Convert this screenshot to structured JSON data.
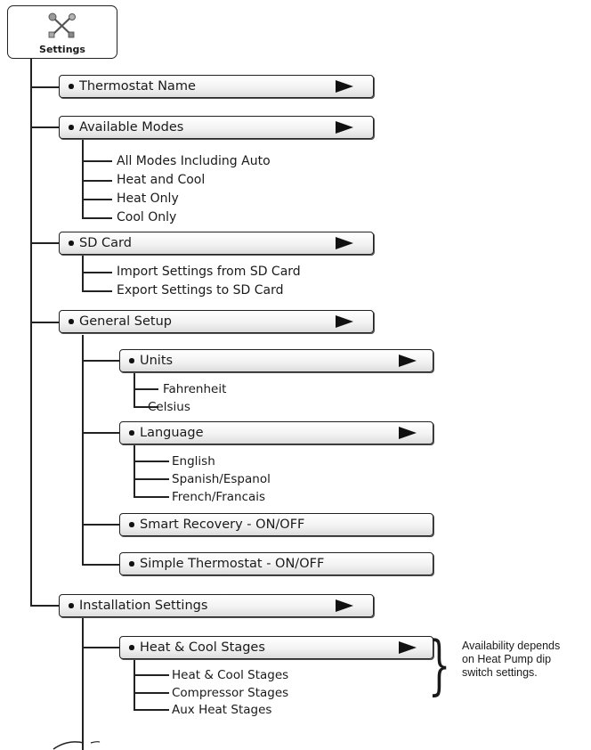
{
  "root": {
    "label": "Settings",
    "icon": "tools-icon"
  },
  "items": {
    "thermostat_name": "Thermostat Name",
    "available_modes": "Available Modes",
    "sd_card": "SD Card",
    "general_setup": "General Setup",
    "installation_settings": "Installation Settings"
  },
  "available_modes_options": [
    "All Modes Including Auto",
    "Heat and Cool",
    "Heat Only",
    "Cool Only"
  ],
  "sd_card_options": [
    "Import Settings from SD Card",
    "Export Settings to SD Card"
  ],
  "general_setup": {
    "units": "Units",
    "units_options": [
      "Fahrenheit",
      "Celsius"
    ],
    "language": "Language",
    "language_options": [
      "English",
      "Spanish/Espanol",
      "French/Francais"
    ],
    "smart_recovery": "Smart Recovery - ON/OFF",
    "simple_thermostat": "Simple Thermostat - ON/OFF"
  },
  "installation": {
    "heat_cool_stages": "Heat & Cool Stages",
    "stage_options": [
      "Heat & Cool Stages",
      "Compressor Stages",
      "Aux Heat Stages"
    ]
  },
  "note": [
    "Availability depends",
    "on Heat Pump dip",
    "switch settings."
  ]
}
